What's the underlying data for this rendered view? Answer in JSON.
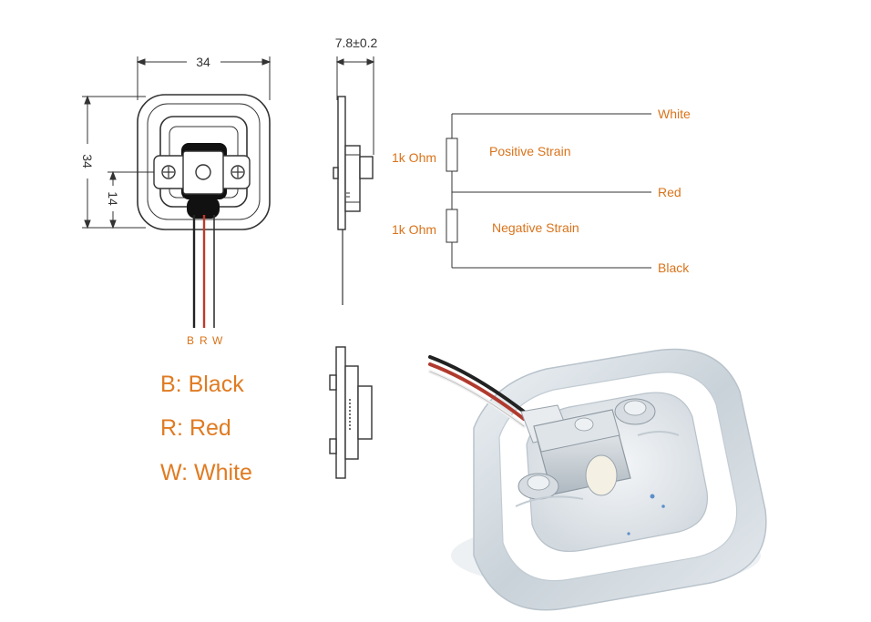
{
  "top_view": {
    "width_dim": "34",
    "height_dim": "34",
    "offset_dim": "14",
    "wire_codes": [
      "B",
      "R",
      "W"
    ]
  },
  "side_view": {
    "thickness_dim": "7.8±0.2"
  },
  "circuit": {
    "resistor_1_label": "1k Ohm",
    "resistor_2_label": "1k Ohm",
    "positive_label": "Positive Strain",
    "negative_label": "Negative Strain",
    "wire_white": "White",
    "wire_red": "Red",
    "wire_black": "Black"
  },
  "legend": {
    "black": "B: Black",
    "red": "R: Red",
    "white": "W: White"
  },
  "colors": {
    "label_orange": "#e07b22",
    "wire_black": "#222222",
    "wire_red": "#c0392b"
  }
}
